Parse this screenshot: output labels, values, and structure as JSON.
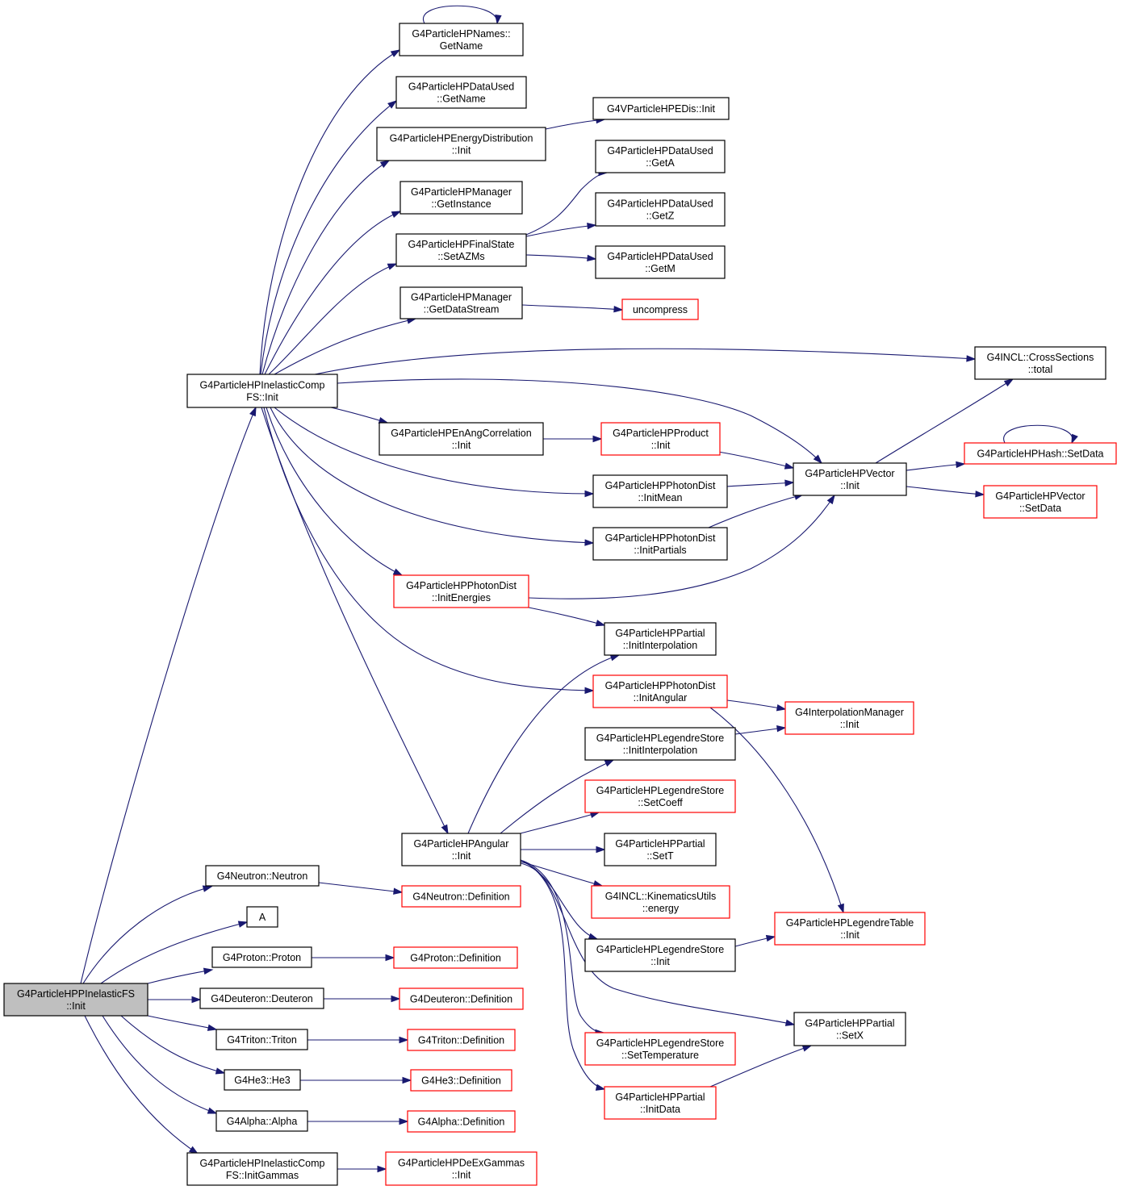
{
  "colors": {
    "edge": "#191970",
    "border_normal": "#000000",
    "border_truncated": "#ff0000",
    "root_fill": "#bfbfbf",
    "node_fill": "#ffffff"
  },
  "nodes": [
    {
      "id": "root",
      "lines": [
        "G4ParticleHPPInelasticFS",
        "::Init"
      ],
      "kind": "root"
    },
    {
      "id": "compInit",
      "lines": [
        "G4ParticleHPInelasticComp",
        "FS::Init"
      ],
      "kind": "normal"
    },
    {
      "id": "namesGetName",
      "lines": [
        "G4ParticleHPNames::",
        "GetName"
      ],
      "kind": "normal"
    },
    {
      "id": "dataUsedGetName",
      "lines": [
        "G4ParticleHPDataUsed",
        "::GetName"
      ],
      "kind": "normal"
    },
    {
      "id": "energyDistInit",
      "lines": [
        "G4ParticleHPEnergyDistribution",
        "::Init"
      ],
      "kind": "normal"
    },
    {
      "id": "vedisInit",
      "lines": [
        "G4VParticleHPEDis::Init"
      ],
      "kind": "normal"
    },
    {
      "id": "getA",
      "lines": [
        "G4ParticleHPDataUsed",
        "::GetA"
      ],
      "kind": "normal"
    },
    {
      "id": "managerGetInstance",
      "lines": [
        "G4ParticleHPManager",
        "::GetInstance"
      ],
      "kind": "normal"
    },
    {
      "id": "getZ",
      "lines": [
        "G4ParticleHPDataUsed",
        "::GetZ"
      ],
      "kind": "normal"
    },
    {
      "id": "setAZMs",
      "lines": [
        "G4ParticleHPFinalState",
        "::SetAZMs"
      ],
      "kind": "normal"
    },
    {
      "id": "getM",
      "lines": [
        "G4ParticleHPDataUsed",
        "::GetM"
      ],
      "kind": "normal"
    },
    {
      "id": "getDataStream",
      "lines": [
        "G4ParticleHPManager",
        "::GetDataStream"
      ],
      "kind": "normal"
    },
    {
      "id": "uncompress",
      "lines": [
        "uncompress"
      ],
      "kind": "truncated"
    },
    {
      "id": "crossTotal",
      "lines": [
        "G4INCL::CrossSections",
        "::total"
      ],
      "kind": "normal"
    },
    {
      "id": "enAngInit",
      "lines": [
        "G4ParticleHPEnAngCorrelation",
        "::Init"
      ],
      "kind": "normal"
    },
    {
      "id": "productInit",
      "lines": [
        "G4ParticleHPProduct",
        "::Init"
      ],
      "kind": "truncated"
    },
    {
      "id": "hashSetData",
      "lines": [
        "G4ParticleHPHash::SetData"
      ],
      "kind": "truncated"
    },
    {
      "id": "vectorInit",
      "lines": [
        "G4ParticleHPVector",
        "::Init"
      ],
      "kind": "normal"
    },
    {
      "id": "initMean",
      "lines": [
        "G4ParticleHPPhotonDist",
        "::InitMean"
      ],
      "kind": "normal"
    },
    {
      "id": "vectorSetData",
      "lines": [
        "G4ParticleHPVector",
        "::SetData"
      ],
      "kind": "truncated"
    },
    {
      "id": "initPartials",
      "lines": [
        "G4ParticleHPPhotonDist",
        "::InitPartials"
      ],
      "kind": "normal"
    },
    {
      "id": "initEnergies",
      "lines": [
        "G4ParticleHPPhotonDist",
        "::InitEnergies"
      ],
      "kind": "truncated"
    },
    {
      "id": "partialInterp",
      "lines": [
        "G4ParticleHPPartial",
        "::InitInterpolation"
      ],
      "kind": "normal"
    },
    {
      "id": "initAngular",
      "lines": [
        "G4ParticleHPPhotonDist",
        "::InitAngular"
      ],
      "kind": "truncated"
    },
    {
      "id": "interpMgrInit",
      "lines": [
        "G4InterpolationManager",
        "::Init"
      ],
      "kind": "truncated"
    },
    {
      "id": "legendreInterp",
      "lines": [
        "G4ParticleHPLegendreStore",
        "::InitInterpolation"
      ],
      "kind": "normal"
    },
    {
      "id": "legendreSetCoeff",
      "lines": [
        "G4ParticleHPLegendreStore",
        "::SetCoeff"
      ],
      "kind": "truncated"
    },
    {
      "id": "angularInit",
      "lines": [
        "G4ParticleHPAngular",
        "::Init"
      ],
      "kind": "normal"
    },
    {
      "id": "partialSetT",
      "lines": [
        "G4ParticleHPPartial",
        "::SetT"
      ],
      "kind": "normal"
    },
    {
      "id": "neutronNeutron",
      "lines": [
        "G4Neutron::Neutron"
      ],
      "kind": "normal"
    },
    {
      "id": "neutronDef",
      "lines": [
        "G4Neutron::Definition"
      ],
      "kind": "truncated"
    },
    {
      "id": "kinEnergy",
      "lines": [
        "G4INCL::KinematicsUtils",
        "::energy"
      ],
      "kind": "truncated"
    },
    {
      "id": "A",
      "lines": [
        "A"
      ],
      "kind": "normal"
    },
    {
      "id": "legendreTableInit",
      "lines": [
        "G4ParticleHPLegendreTable",
        "::Init"
      ],
      "kind": "truncated"
    },
    {
      "id": "legendreStoreInit",
      "lines": [
        "G4ParticleHPLegendreStore",
        "::Init"
      ],
      "kind": "normal"
    },
    {
      "id": "protonProton",
      "lines": [
        "G4Proton::Proton"
      ],
      "kind": "normal"
    },
    {
      "id": "protonDef",
      "lines": [
        "G4Proton::Definition"
      ],
      "kind": "truncated"
    },
    {
      "id": "deuteronDeuteron",
      "lines": [
        "G4Deuteron::Deuteron"
      ],
      "kind": "normal"
    },
    {
      "id": "deuteronDef",
      "lines": [
        "G4Deuteron::Definition"
      ],
      "kind": "truncated"
    },
    {
      "id": "partialSetX",
      "lines": [
        "G4ParticleHPPartial",
        "::SetX"
      ],
      "kind": "normal"
    },
    {
      "id": "tritonTriton",
      "lines": [
        "G4Triton::Triton"
      ],
      "kind": "normal"
    },
    {
      "id": "tritonDef",
      "lines": [
        "G4Triton::Definition"
      ],
      "kind": "truncated"
    },
    {
      "id": "legendreSetTemp",
      "lines": [
        "G4ParticleHPLegendreStore",
        "::SetTemperature"
      ],
      "kind": "truncated"
    },
    {
      "id": "he3He3",
      "lines": [
        "G4He3::He3"
      ],
      "kind": "normal"
    },
    {
      "id": "he3Def",
      "lines": [
        "G4He3::Definition"
      ],
      "kind": "truncated"
    },
    {
      "id": "partialInitData",
      "lines": [
        "G4ParticleHPPartial",
        "::InitData"
      ],
      "kind": "truncated"
    },
    {
      "id": "alphaAlpha",
      "lines": [
        "G4Alpha::Alpha"
      ],
      "kind": "normal"
    },
    {
      "id": "alphaDef",
      "lines": [
        "G4Alpha::Definition"
      ],
      "kind": "truncated"
    },
    {
      "id": "compInitGammas",
      "lines": [
        "G4ParticleHPInelasticComp",
        "FS::InitGammas"
      ],
      "kind": "normal"
    },
    {
      "id": "deExInit",
      "lines": [
        "G4ParticleHPDeExGammas",
        "::Init"
      ],
      "kind": "truncated"
    }
  ],
  "edges": [
    [
      "root",
      "compInit"
    ],
    [
      "root",
      "neutronNeutron"
    ],
    [
      "root",
      "A"
    ],
    [
      "root",
      "protonProton"
    ],
    [
      "root",
      "deuteronDeuteron"
    ],
    [
      "root",
      "tritonTriton"
    ],
    [
      "root",
      "he3He3"
    ],
    [
      "root",
      "alphaAlpha"
    ],
    [
      "root",
      "compInitGammas"
    ],
    [
      "compInit",
      "namesGetName"
    ],
    [
      "namesGetName",
      "namesGetName"
    ],
    [
      "compInit",
      "dataUsedGetName"
    ],
    [
      "compInit",
      "energyDistInit"
    ],
    [
      "energyDistInit",
      "vedisInit"
    ],
    [
      "compInit",
      "managerGetInstance"
    ],
    [
      "compInit",
      "setAZMs"
    ],
    [
      "setAZMs",
      "getA"
    ],
    [
      "setAZMs",
      "getZ"
    ],
    [
      "setAZMs",
      "getM"
    ],
    [
      "compInit",
      "getDataStream"
    ],
    [
      "getDataStream",
      "uncompress"
    ],
    [
      "compInit",
      "crossTotal"
    ],
    [
      "compInit",
      "vectorInit"
    ],
    [
      "compInit",
      "enAngInit"
    ],
    [
      "enAngInit",
      "productInit"
    ],
    [
      "productInit",
      "vectorInit"
    ],
    [
      "compInit",
      "initMean"
    ],
    [
      "initMean",
      "vectorInit"
    ],
    [
      "compInit",
      "initPartials"
    ],
    [
      "initPartials",
      "vectorInit"
    ],
    [
      "compInit",
      "initEnergies"
    ],
    [
      "initEnergies",
      "vectorInit"
    ],
    [
      "initEnergies",
      "partialInterp"
    ],
    [
      "compInit",
      "initAngular"
    ],
    [
      "compInit",
      "angularInit"
    ],
    [
      "vectorInit",
      "crossTotal"
    ],
    [
      "vectorInit",
      "hashSetData"
    ],
    [
      "hashSetData",
      "hashSetData"
    ],
    [
      "vectorInit",
      "vectorSetData"
    ],
    [
      "initAngular",
      "interpMgrInit"
    ],
    [
      "initAngular",
      "legendreTableInit"
    ],
    [
      "legendreInterp",
      "interpMgrInit"
    ],
    [
      "angularInit",
      "partialInterp"
    ],
    [
      "angularInit",
      "legendreInterp"
    ],
    [
      "angularInit",
      "legendreSetCoeff"
    ],
    [
      "angularInit",
      "partialSetT"
    ],
    [
      "angularInit",
      "kinEnergy"
    ],
    [
      "angularInit",
      "legendreStoreInit"
    ],
    [
      "angularInit",
      "partialSetX"
    ],
    [
      "angularInit",
      "legendreSetTemp"
    ],
    [
      "angularInit",
      "partialInitData"
    ],
    [
      "legendreStoreInit",
      "legendreTableInit"
    ],
    [
      "partialInitData",
      "partialSetX"
    ],
    [
      "neutronNeutron",
      "neutronDef"
    ],
    [
      "protonProton",
      "protonDef"
    ],
    [
      "deuteronDeuteron",
      "deuteronDef"
    ],
    [
      "tritonTriton",
      "tritonDef"
    ],
    [
      "he3He3",
      "he3Def"
    ],
    [
      "alphaAlpha",
      "alphaDef"
    ],
    [
      "compInitGammas",
      "deExInit"
    ]
  ]
}
